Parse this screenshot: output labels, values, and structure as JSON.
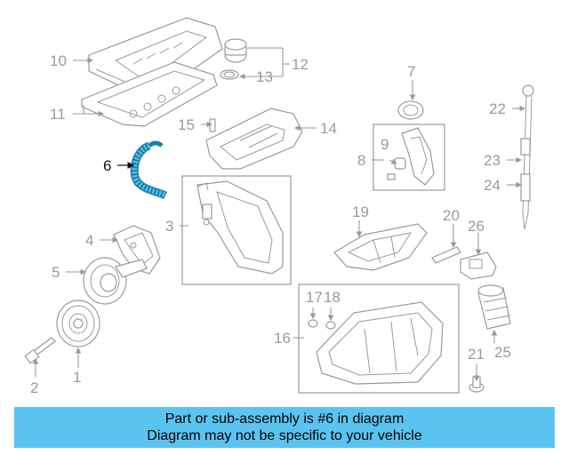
{
  "diagram": {
    "highlight_color": "#5bc3f0",
    "part_color": "#9a9a9a",
    "callouts": [
      "1",
      "2",
      "3",
      "4",
      "5",
      "6",
      "7",
      "8",
      "9",
      "10",
      "11",
      "12",
      "13",
      "14",
      "15",
      "16",
      "17",
      "18",
      "19",
      "20",
      "21",
      "22",
      "23",
      "24",
      "25",
      "26"
    ],
    "highlighted_part": "6"
  },
  "banner": {
    "line1": "Part or sub-assembly is #6 in diagram",
    "line2": "Diagram may not be specific to your vehicle"
  }
}
